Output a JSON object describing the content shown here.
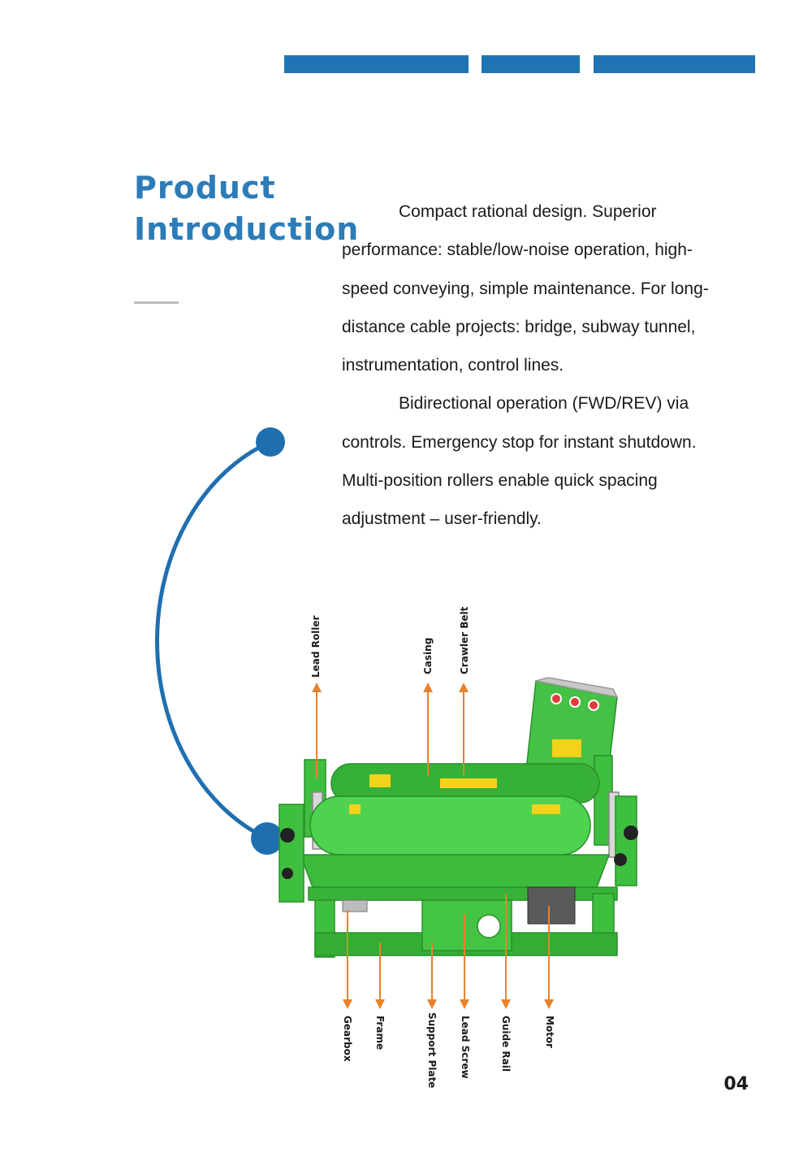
{
  "header": {
    "accent_color": "#1f74b4"
  },
  "title": {
    "line1": "Product",
    "line2": "Introduction",
    "color": "#2c7cb8"
  },
  "body": {
    "paragraph1": "Compact rational design. Superior performance: stable/low-noise operation, high-speed conveying, simple maintenance. For long-distance cable projects: bridge, subway tunnel, instrumentation, control lines.",
    "paragraph2": "Bidirectional operation (FWD/REV) via controls. Emergency stop for instant shutdown. Multi-position rollers enable quick spacing adjustment – user-friendly."
  },
  "diagram": {
    "machine_color": "#3fbf3f",
    "arrow_color": "#e8822a",
    "labels_top": [
      "Lead Roller",
      "Casing",
      "Crawler Belt"
    ],
    "labels_bottom": [
      "Gearbox",
      "Frame",
      "Support Plate",
      "Lead Screw",
      "Guide Rail",
      "Motor"
    ]
  },
  "footer": {
    "page_number": "04"
  }
}
